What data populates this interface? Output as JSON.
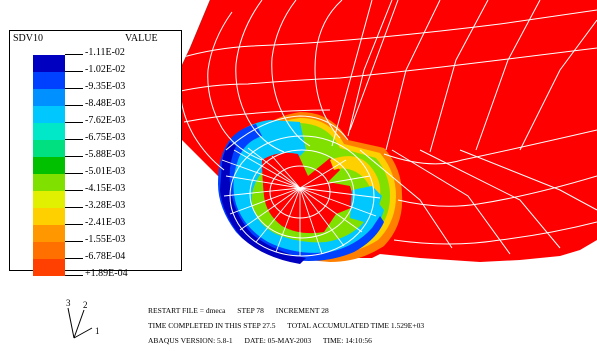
{
  "legend": {
    "title": "SDV10",
    "value_header": "VALUE",
    "items": [
      {
        "value": "-1.11E-02",
        "color": "#0000c0"
      },
      {
        "value": "-1.02E-02",
        "color": "#0040ff"
      },
      {
        "value": "-9.35E-03",
        "color": "#0090ff"
      },
      {
        "value": "-8.48E-03",
        "color": "#00c8ff"
      },
      {
        "value": "-7.62E-03",
        "color": "#00e8c8"
      },
      {
        "value": "-6.75E-03",
        "color": "#00e080"
      },
      {
        "value": "-5.88E-03",
        "color": "#00c000"
      },
      {
        "value": "-5.01E-03",
        "color": "#80e000"
      },
      {
        "value": "-4.15E-03",
        "color": "#e0f000"
      },
      {
        "value": "-3.28E-03",
        "color": "#ffd000"
      },
      {
        "value": "-2.41E-03",
        "color": "#ff9800"
      },
      {
        "value": "-1.55E-03",
        "color": "#ff7000"
      },
      {
        "value": "-6.78E-04",
        "color": "#ff4000"
      },
      {
        "value": "+1.89E-04",
        "color": "#ff0000"
      }
    ]
  },
  "triad": {
    "axis1": "1",
    "axis2": "2",
    "axis3": "3"
  },
  "info": {
    "restart_file": "RESTART FILE = dmeca",
    "step": "STEP 78",
    "increment": "INCREMENT 28",
    "time_step": "TIME COMPLETED IN THIS STEP     27.5",
    "time_total": "TOTAL ACCUMULATED TIME     1.529E+03",
    "version": "ABAQUS VERSION: 5.8-1",
    "date": "DATE: 05-MAY-2003",
    "time": "TIME: 14:10:56"
  },
  "model": {
    "background_color": "#ffffff",
    "body_color": "#ff0000",
    "mesh_color": "#ffffff"
  }
}
